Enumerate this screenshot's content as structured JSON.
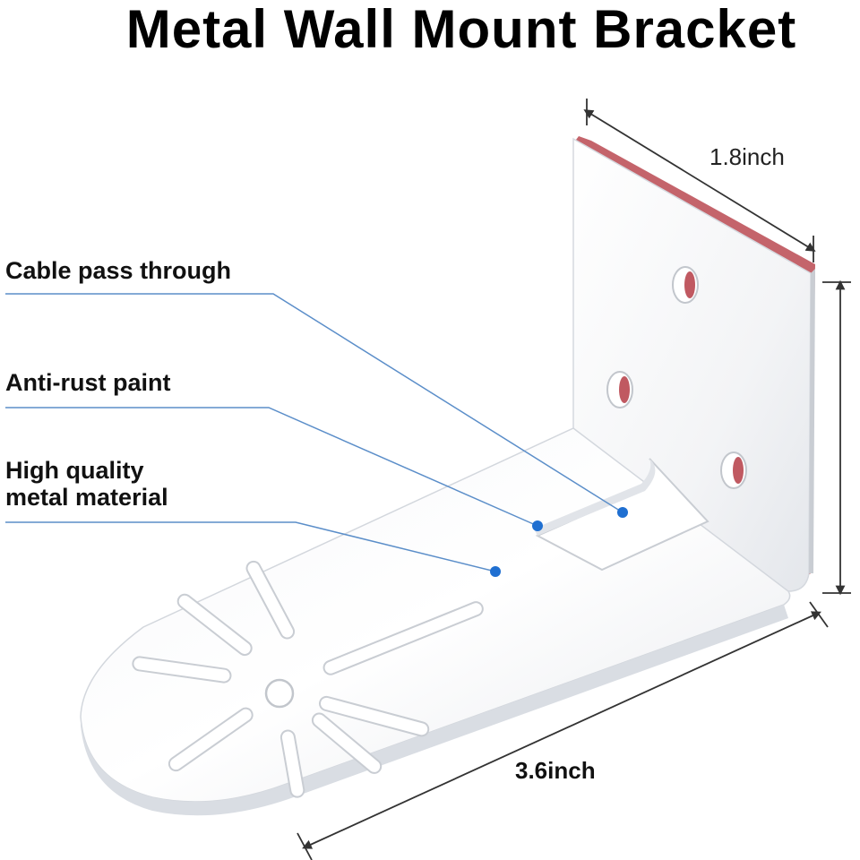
{
  "title": "Metal Wall Mount Bracket",
  "callouts": [
    {
      "label": "Cable pass through"
    },
    {
      "label": "Anti-rust paint"
    },
    {
      "label": "High quality\nmetal material"
    }
  ],
  "dimensions": {
    "depth": "1.8inch",
    "length": "3.6inch"
  },
  "colors": {
    "bracket": "#ffffff",
    "bracket_shadow": "#d9dde3",
    "adhesive": "#b0303a",
    "leader_line": "#5b8ec9",
    "dot": "#1f6fd1",
    "dimension_line": "#333333"
  }
}
